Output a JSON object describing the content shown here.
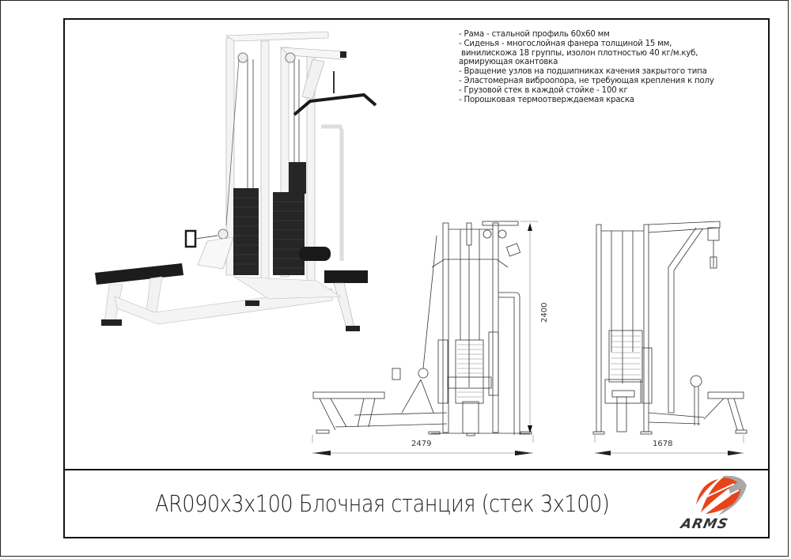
{
  "document": {
    "title": "AR090x3x100 Блочная станция (стек 3x100)",
    "brand": "ARMS",
    "brand_colors": {
      "primary": "#e8441c",
      "secondary": "#9a9a9a",
      "text": "#333333"
    },
    "specs": [
      "- Рама - стальной профиль 60x60 мм",
      "- Сиденья - многослойная фанера толщиной 15 мм,",
      " винилискожа 18 группы, изолон плотностью 40 кг/м.куб,",
      "армирующая окантовка",
      "- Вращение узлов на подшипниках качения закрытого типа",
      "- Эластомерная виброопора, не требующая крепления к полу",
      "- Грузовой стек в каждой стойке - 100 кг",
      "- Порошковая термоотверждаемая краска"
    ],
    "dimensions": {
      "front_width": "2479",
      "height": "2400",
      "side_width": "1678"
    },
    "images": {
      "render": "3d-render-cable-station",
      "front_view": "front-view-technical-drawing",
      "side_view": "side-view-technical-drawing"
    }
  }
}
